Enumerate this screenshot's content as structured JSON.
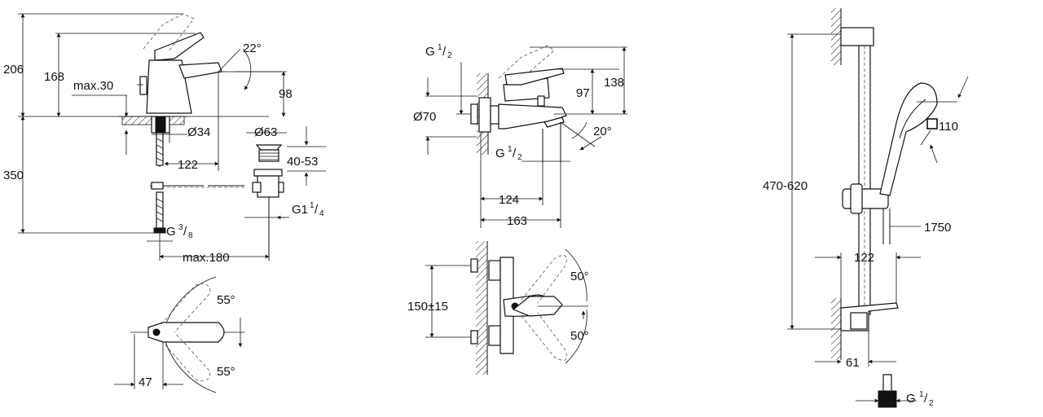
{
  "basin_mixer": {
    "side": {
      "height_total": "206",
      "height_spout": "168",
      "deck_max": "max.30",
      "spout_angle": "22°",
      "spout_clearance": "98",
      "hole_dia": "Ø34",
      "waste_dia": "Ø63",
      "projection": "122",
      "waste_range": "40-53",
      "below_deck": "350",
      "inlet_thread": "G",
      "inlet_num": "3",
      "inlet_den": "8",
      "waste_thread": "G1",
      "waste_num": "1",
      "waste_den": "4",
      "max_reach": "max.180"
    },
    "top": {
      "angle_upper": "55°",
      "angle_lower": "55°",
      "offset": "47"
    }
  },
  "bath_mixer": {
    "side": {
      "thread_top": "G",
      "thread_top_num": "1",
      "thread_top_den": "2",
      "height_a": "97",
      "height_b": "138",
      "flange_dia": "Ø70",
      "thread_bottom": "G",
      "thread_bottom_num": "1",
      "thread_bottom_den": "2",
      "spout_angle": "20°",
      "projection_a": "124",
      "projection_b": "163"
    },
    "front": {
      "centres": "150±15",
      "angle_upper": "50°",
      "angle_lower": "50°"
    }
  },
  "shower_rail": {
    "head_size": "110",
    "rail_range": "470-620",
    "hose_length": "1750",
    "projection": "122",
    "wall_offset": "61",
    "thread": "G",
    "thread_num": "1",
    "thread_den": "2"
  }
}
